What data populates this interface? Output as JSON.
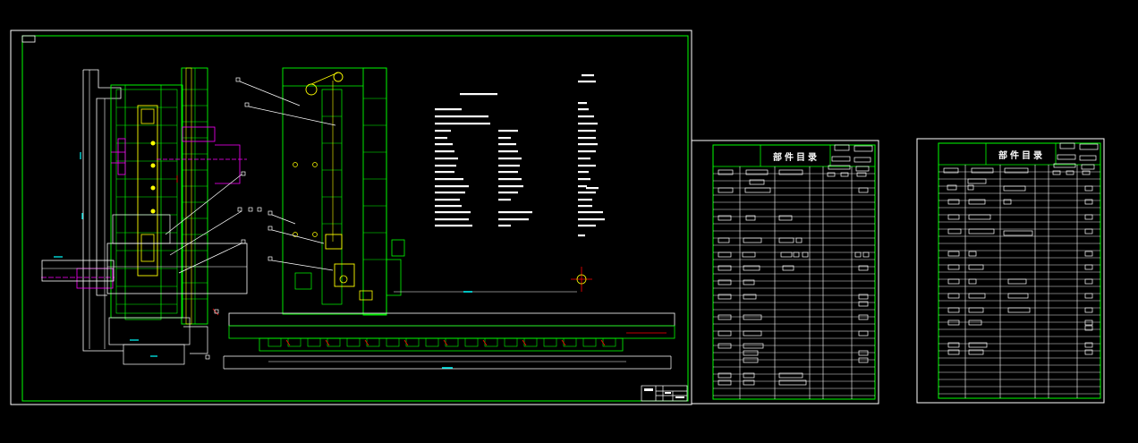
{
  "canvas": {
    "background": "#000000"
  },
  "colors": {
    "frame": "#ffffff",
    "inner_frame": "#00ff00",
    "machine": "#00ff00",
    "structure": "#ffff00",
    "aux": "#ff00ff",
    "note": "#ffffff",
    "cyan": "#00ffff",
    "red": "#ff0000"
  },
  "sheets": {
    "main": {
      "name": "assembly-drawing"
    },
    "parts_list_1": {
      "title": "部件目录"
    },
    "parts_list_2": {
      "title": "部件目录"
    }
  }
}
